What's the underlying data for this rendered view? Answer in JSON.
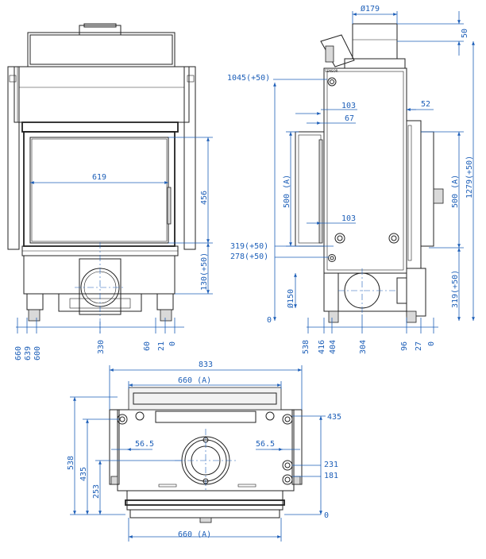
{
  "front": {
    "top": {
      "opening_width": "619",
      "opening_height": "456",
      "bottom_height": "130(+50)"
    },
    "bottom": [
      "660",
      "639",
      "600",
      "330",
      "60",
      "21",
      "0"
    ]
  },
  "side": {
    "flue": "Ø179",
    "flue_h": "50",
    "heights": {
      "connection": "1045(+50)",
      "total": "1279(+50)",
      "a_left": "500 (A)",
      "a_right": "500 (A)",
      "conn2": "319(+50)",
      "conn3": "278(+50)",
      "bottom_right": "319(+50)",
      "zero": "0",
      "inlet": "Ø150"
    },
    "offsets": {
      "d103a": "103",
      "d67": "67",
      "d52": "52",
      "d103b": "103"
    },
    "bottom": [
      "538",
      "416",
      "404",
      "304",
      "96",
      "27",
      "0"
    ],
    "label_sensor": "SENSOR"
  },
  "plan": {
    "width": "833",
    "inner_top": "660 (A)",
    "inner_bottom": "660 (A)",
    "left_offset": "56.5",
    "right_offset": "56.5",
    "depth": "538",
    "d435l": "435",
    "d253": "253",
    "d435r": "435",
    "d231": "231",
    "d181": "181",
    "d0": "0"
  }
}
